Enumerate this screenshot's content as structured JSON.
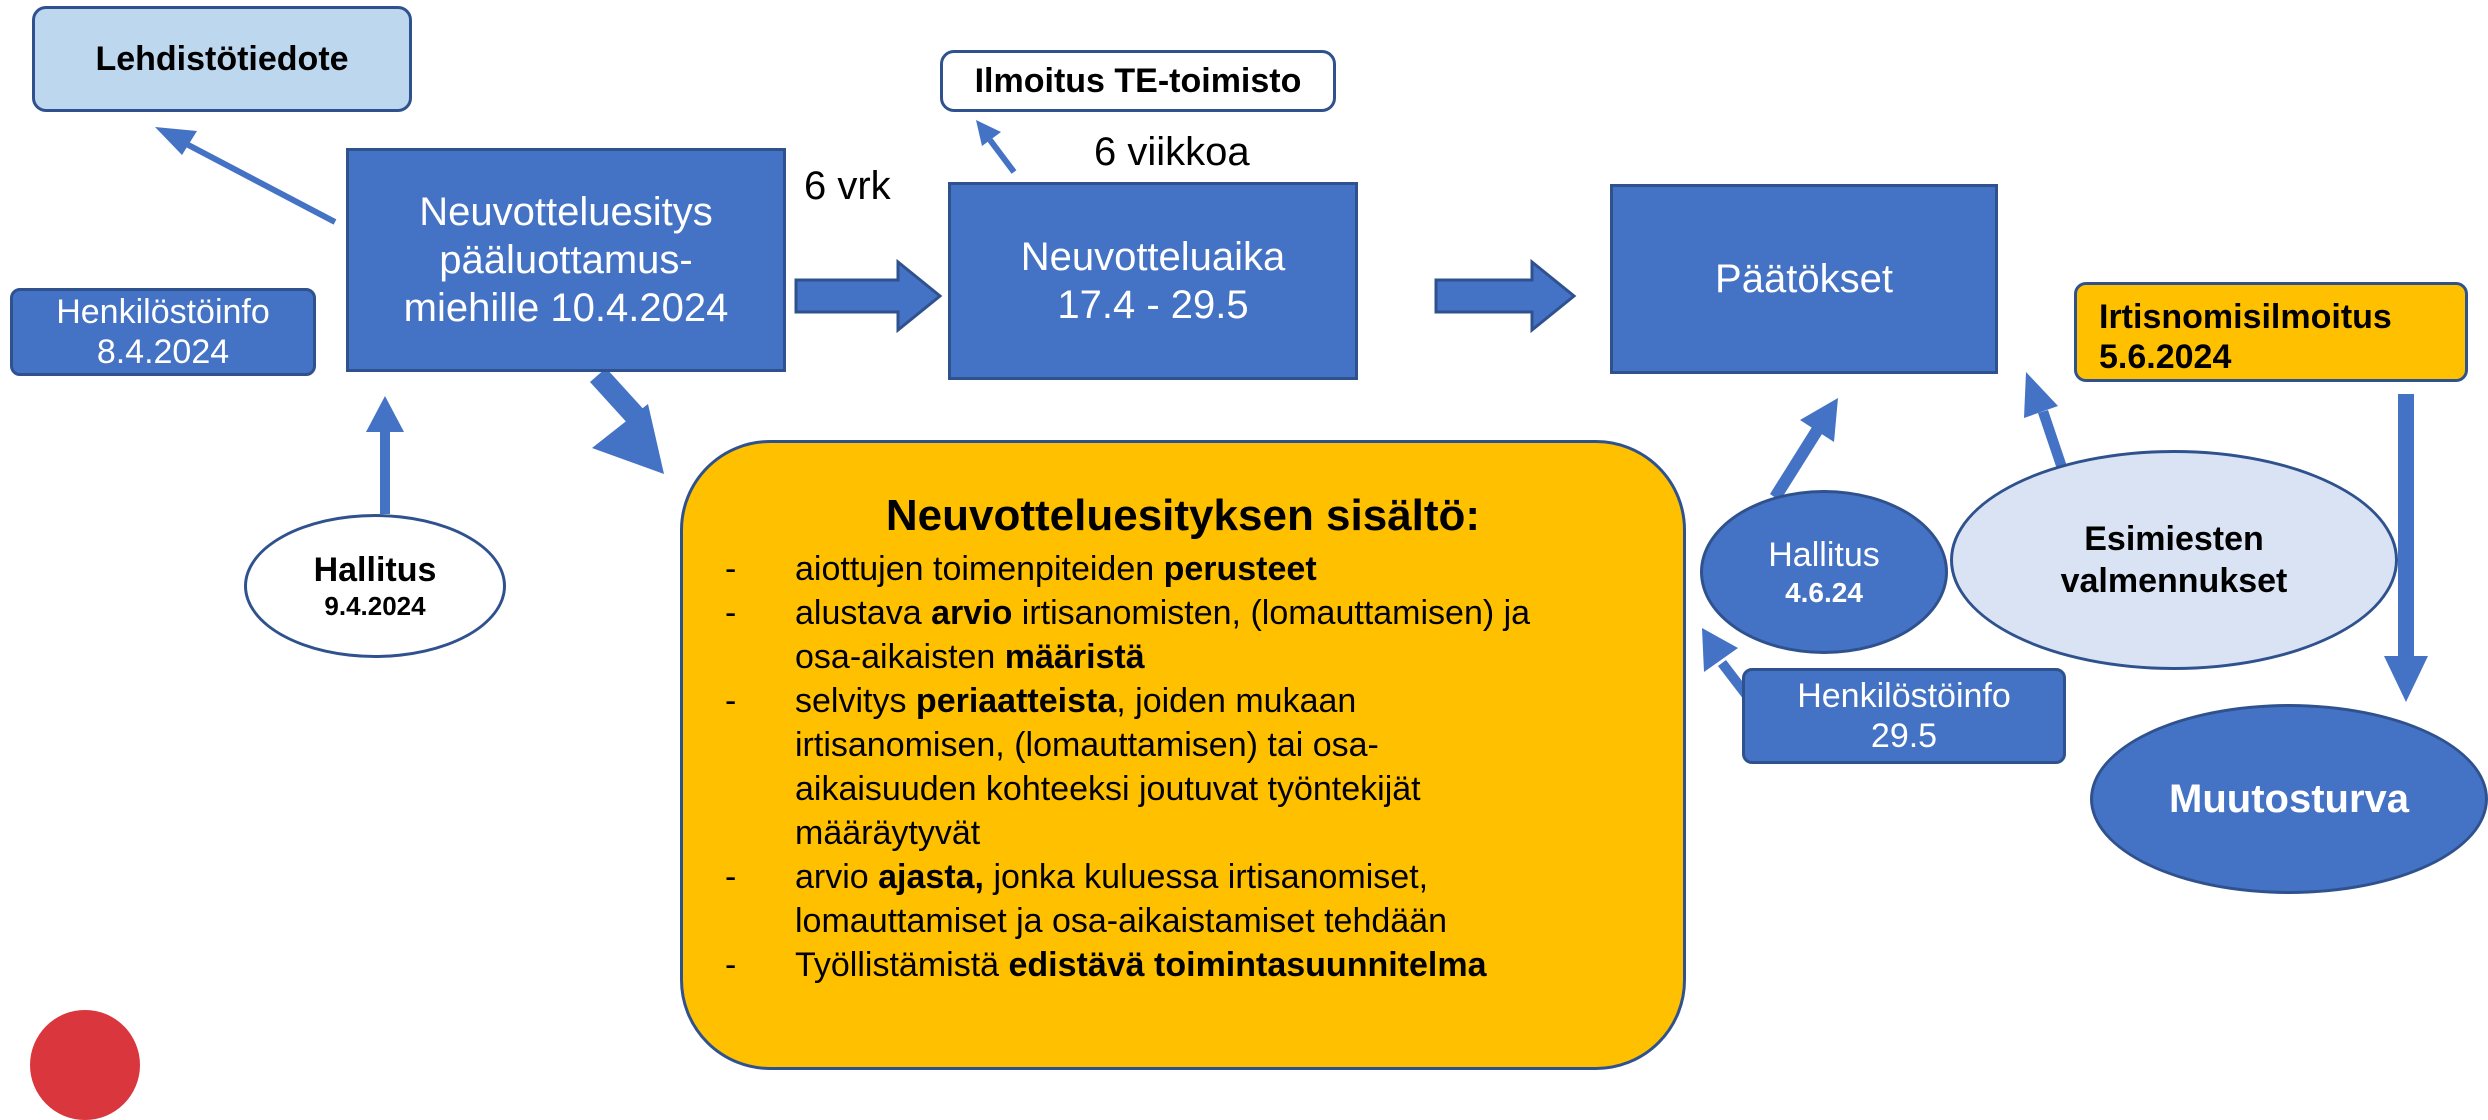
{
  "colors": {
    "blue": "#4472c4",
    "blue_border": "#2f528f",
    "light_blue": "#bdd7ee",
    "lighter_blue": "#dae3f3",
    "orange": "#ffc000",
    "logo_red": "#d9363e"
  },
  "boxes": {
    "press_release": "Lehdistötiedote",
    "te_notice": "Ilmoitus TE-toimisto",
    "staff_info_1_line1": "Henkilöstöinfo",
    "staff_info_1_line2": "8.4.2024",
    "proposal_line1": "Neuvotteluesitys",
    "proposal_line2": "pääluottamus-",
    "proposal_line3": "miehille  10.4.2024",
    "negotiation_line1": "Neuvotteluaika",
    "negotiation_line2": "17.4 - 29.5",
    "decisions": "Päätökset",
    "dismissal_notice_line1": "Irtisnomisilmoitus",
    "dismissal_notice_line2": "5.6.2024",
    "staff_info_2_line1": "Henkilöstöinfo",
    "staff_info_2_line2": "29.5"
  },
  "labels": {
    "six_days": "6 vrk",
    "six_weeks": "6 viikkoa"
  },
  "ellipses": {
    "board_1_title": "Hallitus",
    "board_1_date": "9.4.2024",
    "board_2_title": "Hallitus",
    "board_2_date": "4.6.24",
    "coaching_line1": "Esimiesten",
    "coaching_line2": "valmennukset",
    "change_security": "Muutosturva"
  },
  "content": {
    "title": "Neuvotteluesityksen sisältö:",
    "dash": "-",
    "item1_a": "aiottujen toimenpiteiden ",
    "item1_b": "perusteet",
    "item2_a": "alustava ",
    "item2_b": "arvio",
    "item2_c": " irtisanomisten, (lomauttamisen) ja",
    "item2_d": "osa-aikaisten ",
    "item2_e": "määristä",
    "item3_a": "selvitys ",
    "item3_b": "periaatteista",
    "item3_c": ", joiden mukaan",
    "item3_d": "irtisanomisen, (lomauttamisen) tai osa-",
    "item3_e": "aikaisuuden kohteeksi joutuvat työntekijät",
    "item3_f": "määräytyvät",
    "item4_a": "arvio ",
    "item4_b": "ajasta,",
    "item4_c": " jonka kuluessa irtisanomiset,",
    "item4_d": "lomauttamiset ja osa-aikaistamiset tehdään",
    "item5_a": "Työllistämistä ",
    "item5_b": "edistävä toimintasuunnitelma"
  }
}
